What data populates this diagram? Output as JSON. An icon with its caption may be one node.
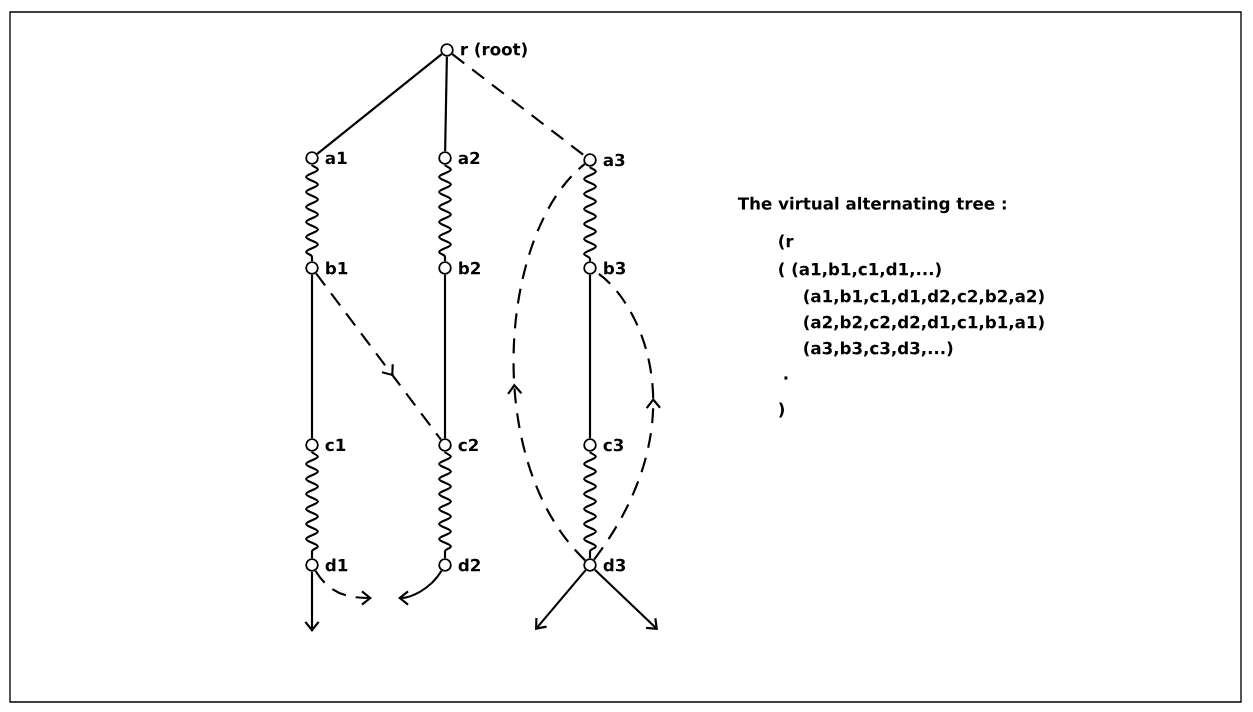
{
  "diagram": {
    "nodes": [
      {
        "text": [
          "r (root)"
        ]
      },
      {
        "text": [
          "a1"
        ]
      },
      {
        "text": [
          "a2"
        ]
      },
      {
        "text": [
          "a3"
        ]
      },
      {
        "text": [
          "b1"
        ]
      },
      {
        "text": [
          "b2"
        ]
      },
      {
        "text": [
          "b3"
        ]
      },
      {
        "text": [
          "c1"
        ]
      },
      {
        "text": [
          "c2"
        ]
      },
      {
        "text": [
          "c3"
        ]
      },
      {
        "text": [
          "d1"
        ]
      },
      {
        "text": [
          "d2"
        ]
      },
      {
        "text": [
          "d3"
        ]
      }
    ],
    "edges": [
      {
        "from": 0,
        "to": 1,
        "arrow": "none"
      },
      {
        "from": 0,
        "to": 2,
        "arrow": "none"
      },
      {
        "from": 0,
        "to": 3,
        "arrow": "none",
        "style": "dashed"
      },
      {
        "from": 1,
        "to": 4,
        "arrow": "none"
      },
      {
        "from": 2,
        "to": 5,
        "arrow": "none"
      },
      {
        "from": 3,
        "to": 6,
        "arrow": "none"
      },
      {
        "from": 4,
        "to": 7,
        "arrow": "none"
      },
      {
        "from": 5,
        "to": 8,
        "arrow": "none"
      },
      {
        "from": 6,
        "to": 9,
        "arrow": "none"
      },
      {
        "from": 4,
        "to": 8,
        "arrow": "to",
        "style": "dashed"
      },
      {
        "from": 7,
        "to": 10,
        "arrow": "none"
      },
      {
        "from": 8,
        "to": 11,
        "arrow": "none"
      },
      {
        "from": 9,
        "to": 12,
        "arrow": "none"
      },
      {
        "from": 10,
        "to": null,
        "arrow": "to"
      },
      {
        "from": 10,
        "to": null,
        "arrow": "to",
        "style": "dashed"
      },
      {
        "from": 11,
        "to": null,
        "arrow": "to"
      },
      {
        "from": 12,
        "to": null,
        "arrow": "to"
      },
      {
        "from": 12,
        "to": null,
        "arrow": "to"
      },
      {
        "from": 12,
        "to": 3,
        "arrow": "to",
        "style": "dashed"
      },
      {
        "from": 12,
        "to": 6,
        "arrow": "to",
        "style": "dashed"
      }
    ],
    "labels": [
      "The virtual alternating tree :",
      "(r",
      "( (a1,b1,c1,d1,...)",
      "(a1,b1,c1,d1,d2,c2,b2,a2)",
      "(a2,b2,c2,d2,d1,c1,b1,a1)",
      "(a3,b3,c3,d3,...)",
      ".",
      ")"
    ]
  }
}
